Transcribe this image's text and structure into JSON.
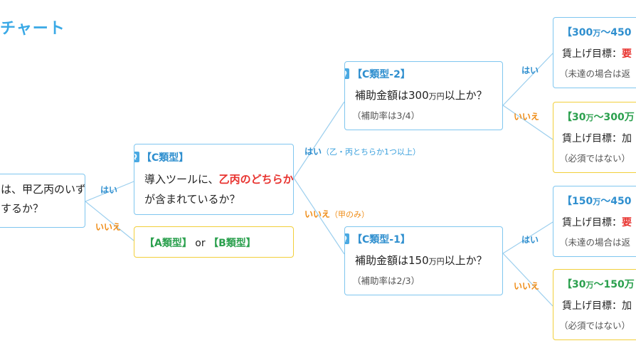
{
  "title": "チャート",
  "start": {
    "line1": "は、甲乙丙のいず",
    "line2": "するか？"
  },
  "branch_start": {
    "yes": "はい",
    "no": "いいえ"
  },
  "c_type": {
    "q_icon": "Q",
    "category": "【C類型】",
    "line1_pre": "導入ツールに、",
    "line1_highlight": "乙丙のどちらか",
    "line2": "が含まれているか？"
  },
  "ab_result": {
    "a": "【A類型】",
    "or": " or ",
    "b": "【B類型】"
  },
  "branch_c": {
    "yes": "はい",
    "yes_note": "（乙・丙とちらか1つ以上）",
    "no": "いいえ",
    "no_note": "（甲のみ）"
  },
  "c2": {
    "q_icon": "Q",
    "category": "【C類型-2】",
    "q_pre": "補助金額は300",
    "q_unit": "万円",
    "q_post": "以上か？",
    "rate": "（補助率は3/4）"
  },
  "c1": {
    "q_icon": "Q",
    "category": "【C類型-1】",
    "q_pre": "補助金額は150",
    "q_unit": "万円",
    "q_post": "以上か？",
    "rate": "（補助率は2/3）"
  },
  "branch_c2": {
    "yes": "はい",
    "no": "いいえ"
  },
  "branch_c1": {
    "yes": "はい",
    "no": "いいえ"
  },
  "results": [
    {
      "amount_pre": "【300",
      "unit": "万",
      "amount_post": "～450",
      "goal_label": "賃上げ目標：",
      "goal_value": "要",
      "note": "（未達の場合は返"
    },
    {
      "amount_pre": "【30",
      "unit": "万",
      "amount_post": "～300万",
      "goal_label": "賃上げ目標：",
      "goal_value": "加",
      "note": "（必須ではない）"
    },
    {
      "amount_pre": "【150",
      "unit": "万",
      "amount_post": "～450",
      "goal_label": "賃上げ目標：",
      "goal_value": "要",
      "note": "（未達の場合は返"
    },
    {
      "amount_pre": "【30",
      "unit": "万",
      "amount_post": "～150万",
      "goal_label": "賃上げ目標：",
      "goal_value": "加",
      "note": "（必須ではない）"
    }
  ],
  "colors": {
    "blue": "#3aa9e6",
    "yellow_border": "#f2cf3a",
    "green": "#2ba04e",
    "red": "#e8332f",
    "orange": "#ef8c16"
  }
}
